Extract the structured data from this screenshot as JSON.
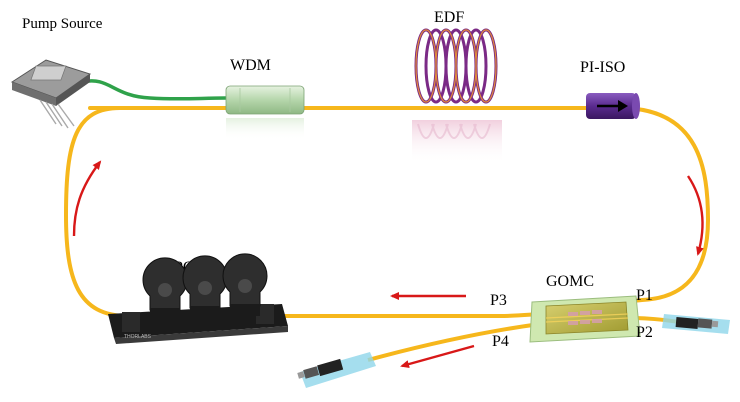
{
  "labels": {
    "pump_source": "Pump Source",
    "wdm": "WDM",
    "edf": "EDF",
    "pi_iso": "PI-ISO",
    "pc": "PC",
    "gomc": "GOMC",
    "p1": "P1",
    "p2": "P2",
    "p3": "P3",
    "p4": "P4"
  },
  "colors": {
    "fiber": "#f6b71c",
    "pump_fiber": "#2fa24a",
    "arrow": "#d81818",
    "edf_coil": "#7b2a86",
    "iso_body": "#5a2b8f",
    "wdm_body": "#b8d8b0",
    "chip_base": "#c9e2a8",
    "chip_top": "#b8b24a",
    "connector_sleeve": "#8fd6ea"
  },
  "icons": {
    "pump": "pump-laser-module-icon",
    "wdm": "wdm-coupler-icon",
    "edf": "fiber-coil-icon",
    "iso": "isolator-icon",
    "pc": "polarization-controller-icon",
    "chip": "gomc-chip-icon",
    "connector": "fiber-connector-icon",
    "direction_arrow": "direction-arrow-icon"
  }
}
